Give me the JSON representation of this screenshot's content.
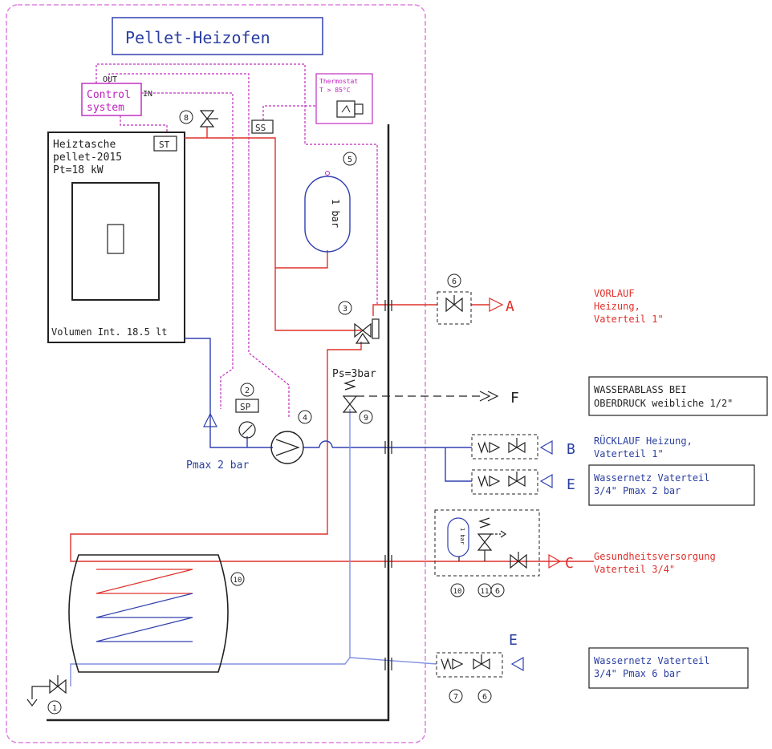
{
  "title": "Pellet-Heizofen",
  "colors": {
    "flow": "#e0302a",
    "return": "#3040b0",
    "cold_water": "#8090e0",
    "control": "#c030c0",
    "frame": "#222222"
  },
  "control_system": {
    "label_line1": "Control",
    "label_line2": "system",
    "out": "OUT",
    "in": "IN"
  },
  "thermostat": {
    "line1": "Thermostat",
    "line2": "T > 85°C"
  },
  "sensors": {
    "st": "ST",
    "ss": "SS",
    "sp": "SP"
  },
  "boiler": {
    "line1": "Heiztasche",
    "line2": "pellet-2015",
    "line3": "Pt=18 kW",
    "volume": "Volumen Int. 18.5 lt"
  },
  "expansion_vessel": {
    "pressure": "1 bar"
  },
  "relief_valve": {
    "pressure": "Ps=3bar"
  },
  "pmax_label": "Pmax 2 bar",
  "component_numbers": {
    "n1": "1",
    "n2": "2",
    "n3": "3",
    "n4": "4",
    "n5": "5",
    "n6a": "6",
    "n6b": "6",
    "n6c": "6",
    "n7": "7",
    "n8": "8",
    "n9": "9",
    "n10": "10",
    "n10b": "10",
    "n11": "11"
  },
  "connections": {
    "a": {
      "letter": "A",
      "line1": "VORLAUF",
      "line2": "Heizung,",
      "line3": "Vaterteil 1\""
    },
    "f": {
      "letter": "F",
      "line1": "WASSERABLASS BEI",
      "line2": "OBERDRUCK weibliche 1/2\""
    },
    "b": {
      "letter": "B",
      "line1": "RÜCKLAUF Heizung,",
      "line2": "Vaterteil 1\""
    },
    "e1": {
      "letter": "E",
      "line1": "Wassernetz Vaterteil",
      "line2": "3/4\" Pmax 2 bar"
    },
    "c": {
      "letter": "C",
      "line1": "Gesundheitsversorgung",
      "line2": "Vaterteil 3/4\""
    },
    "e2": {
      "letter": "E",
      "line1": "Wassernetz Vaterteil",
      "line2": "3/4\" Pmax 6 bar"
    }
  },
  "small_vessel": {
    "pressure": "1 bar"
  }
}
